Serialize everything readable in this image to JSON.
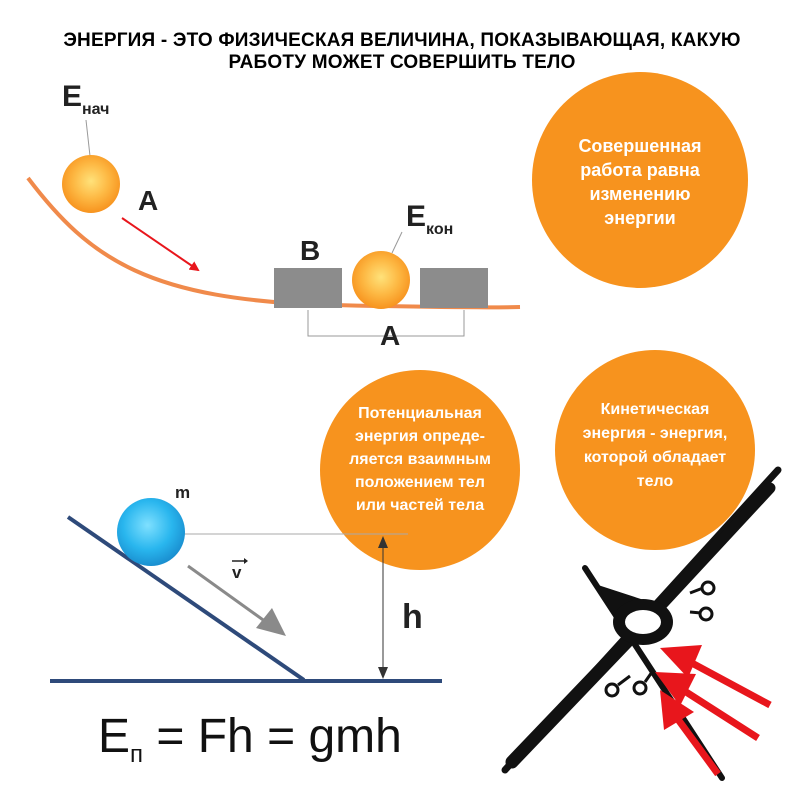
{
  "title": {
    "line1": "ЭНЕРГИЯ - ЭТО ФИЗИЧЕСКАЯ ВЕЛИЧИНА, ПОКАЗЫВАЮЩАЯ, КАКУЮ",
    "line2": "РАБОТУ МОЖЕТ СОВЕРШИТЬ ТЕЛО"
  },
  "top_diagram": {
    "e_start_main": "E",
    "e_start_sub": "нач",
    "e_end_main": "E",
    "e_end_sub": "кон",
    "work_label_top": "A",
    "work_label_bottom": "A",
    "block_label": "B"
  },
  "bubbles": {
    "work": [
      "Совершенная",
      "работа равна",
      "изменению",
      "энергии"
    ],
    "potential": [
      "Потенциальная",
      "энергия опреде-",
      "ляется взаимным",
      "положением тел",
      "или частей тела"
    ],
    "kinetic": [
      "Кинетическая",
      "энергия - энергия,",
      "которой обладает",
      "тело"
    ]
  },
  "incline_diagram": {
    "mass_label": "m",
    "velocity_label": "v",
    "height_label": "h"
  },
  "formula": {
    "e_main": "E",
    "e_sub": "п",
    "rest": " = Fh = gmh"
  },
  "colors": {
    "orange_bubble": "#f7931e",
    "track": "#f08a4b",
    "ball_orange": "#fbb03b",
    "ball_blue": "#29abe2",
    "block_gray": "#8c8c8c",
    "incline": "#2e4a7a",
    "arrow_red": "#e8161c",
    "arrow_gray": "#8a8a8a"
  }
}
